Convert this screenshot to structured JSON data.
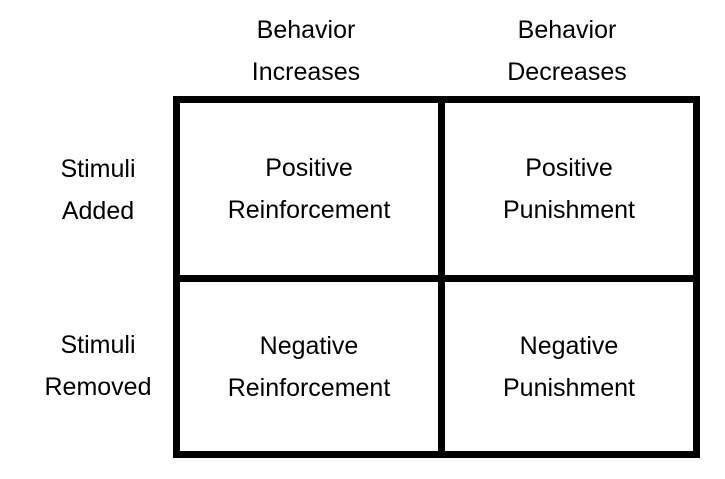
{
  "columns": [
    {
      "line1": "Behavior",
      "line2": "Increases"
    },
    {
      "line1": "Behavior",
      "line2": "Decreases"
    }
  ],
  "rows": [
    {
      "line1": "Stimuli",
      "line2": "Added"
    },
    {
      "line1": "Stimuli",
      "line2": "Removed"
    }
  ],
  "cells": {
    "added_increases": {
      "line1": "Positive",
      "line2": "Reinforcement"
    },
    "added_decreases": {
      "line1": "Positive",
      "line2": "Punishment"
    },
    "removed_increases": {
      "line1": "Negative",
      "line2": "Reinforcement"
    },
    "removed_decreases": {
      "line1": "Negative",
      "line2": "Punishment"
    }
  },
  "colors": {
    "border": "#000000",
    "text": "#000000",
    "background": "#ffffff"
  }
}
